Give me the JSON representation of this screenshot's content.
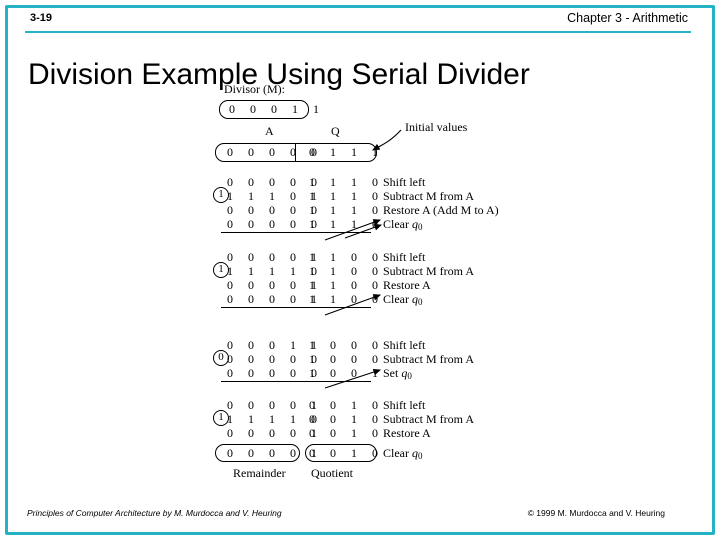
{
  "header": {
    "slide_number": "3-19",
    "chapter": "Chapter 3 - Arithmetic"
  },
  "title": "Division Example Using Serial Divider",
  "footer": {
    "left": "Principles of Computer Architecture by M. Murdocca and V. Heuring",
    "right": "© 1999 M. Murdocca and V. Heuring"
  },
  "figure": {
    "divisor_label": "Divisor (M):",
    "divisor_bits": "0 0 0 1 1",
    "a_header": "A",
    "q_header": "Q",
    "a_initial": "0 0 0 0 0",
    "q_initial": "0 1 1 1",
    "initial_values_label": "Initial values",
    "remainder_label": "Remainder",
    "quotient_label": "Quotient",
    "remainder_bits": "0 0 0 0 1",
    "quotient_bits": "0 0 1 0",
    "groups": [
      {
        "circle_digit": "1",
        "circle_row": 1,
        "rows": [
          {
            "a": "0 0 0 0 0",
            "q": "1 1 1 0",
            "note": "Shift left"
          },
          {
            "a": "1 1 1 0 1",
            "q": "1 1 1 0",
            "note": "Subtract M from A"
          },
          {
            "a": "0 0 0 0 0",
            "q": "1 1 1 0",
            "note": "Restore A (Add M to A)"
          },
          {
            "a": "0 0 0 0 0",
            "q": "1 1 1 0",
            "note": "Clear q0"
          }
        ]
      },
      {
        "circle_digit": "1",
        "circle_row": 1,
        "rows": [
          {
            "a": "0 0 0 0 1",
            "q": "1 1 0 0",
            "note": "Shift left"
          },
          {
            "a": "1 1 1 1 0",
            "q": "1 1 0 0",
            "note": "Subtract M from A"
          },
          {
            "a": "0 0 0 0 1",
            "q": "1 1 0 0",
            "note": "Restore A"
          },
          {
            "a": "0 0 0 0 1",
            "q": "1 1 0 0",
            "note": "Clear q0"
          }
        ]
      },
      {
        "circle_digit": "0",
        "circle_row": 1,
        "rows": [
          {
            "a": "0 0 0 1 1",
            "q": "1 0 0 0",
            "note": "Shift left"
          },
          {
            "a": "0 0 0 0 0",
            "q": "1 0 0 0",
            "note": "Subtract M from A"
          },
          {
            "a": "0 0 0 0 0",
            "q": "1 0 0 1",
            "note": "Set q0"
          }
        ]
      },
      {
        "circle_digit": "1",
        "circle_row": 1,
        "rows": [
          {
            "a": "0 0 0 0 1",
            "q": "0 0 1 0",
            "note": "Shift left"
          },
          {
            "a": "1 1 1 1 0",
            "q": "0 0 1 0",
            "note": "Subtract M from A"
          },
          {
            "a": "0 0 0 0 1",
            "q": "0 0 1 0",
            "note": "Restore A"
          },
          {
            "a": "0 0 0 0 1",
            "q": "0 0 1 0",
            "note": "Clear q0"
          }
        ]
      }
    ]
  },
  "colors": {
    "accent": "#23b3c4",
    "text": "#000000",
    "background": "#ffffff"
  }
}
